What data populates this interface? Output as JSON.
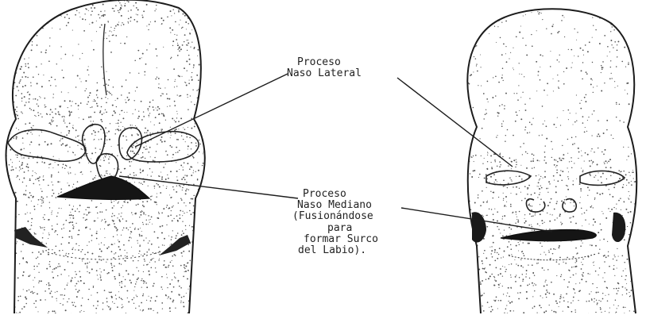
{
  "labels": {
    "lateral": {
      "line1": "Proceso",
      "line2": "Naso Lateral"
    },
    "medial": {
      "line1": "Proceso",
      "line2": "Naso Mediano",
      "line3": "(Fusionándose",
      "line4": "para",
      "line5": "formar Surco",
      "line6": "del Labio)."
    }
  },
  "colors": {
    "ink": "#1c1c1c",
    "stipple": "#555555",
    "background": "#ffffff"
  }
}
